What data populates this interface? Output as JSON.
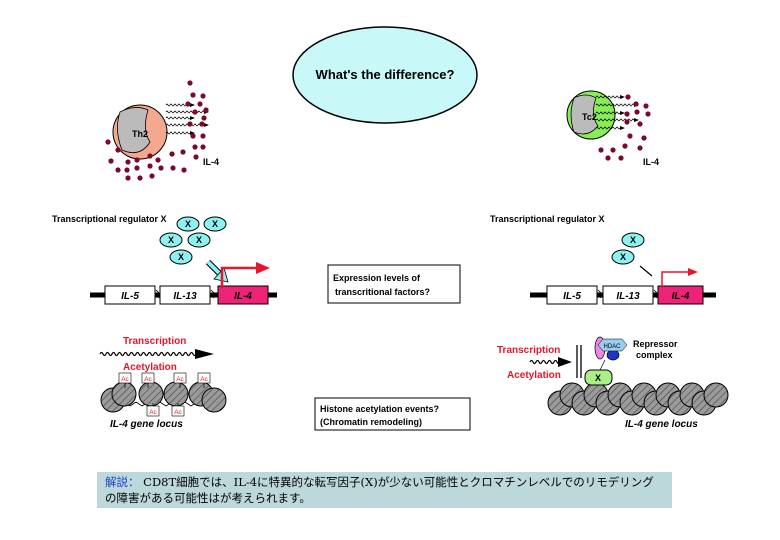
{
  "title": "What's the difference?",
  "left": {
    "cell_label": "Th2",
    "cytokine_label": "IL-4",
    "regulator_label": "Transcriptional regulator X",
    "x_label": "X",
    "genes": [
      "IL-5",
      "IL-13",
      "IL-4"
    ],
    "transcription_label": "Transcription",
    "acetylation_label": "Acetylation",
    "ac_label": "Ac",
    "locus_label": "IL-4  gene locus"
  },
  "right": {
    "cell_label": "Tc2",
    "cytokine_label": "IL-4",
    "regulator_label": "Transcriptional regulator X",
    "x_label": "X",
    "genes": [
      "IL-5",
      "IL-13",
      "IL-4"
    ],
    "transcription_label": "Transcription",
    "acetylation_label": "Acetylation",
    "hdac_label": "HDAC",
    "repressor_label_1": "Repressor",
    "repressor_label_2": "complex",
    "locus_label": "IL-4  gene locus"
  },
  "questions": {
    "expression_1": "Expression levels of",
    "expression_2": "transcritional factors?",
    "histone_1": "Histone acetylation events?",
    "histone_2": "(Chromatin remodeling)"
  },
  "caption": {
    "key": "解説：",
    "text": " CD8T細胞では、IL-4に特異的な転写因子(X)が少ない可能性とクロマチンレベルでのリモデリングの障害がある可能性はが考えられます。"
  },
  "colors": {
    "cyan": "#8ef0f0",
    "pink": "#ee2277",
    "red": "#e8162a",
    "dot": "#7a0a2a",
    "caption_bg": "#bcd8da"
  }
}
